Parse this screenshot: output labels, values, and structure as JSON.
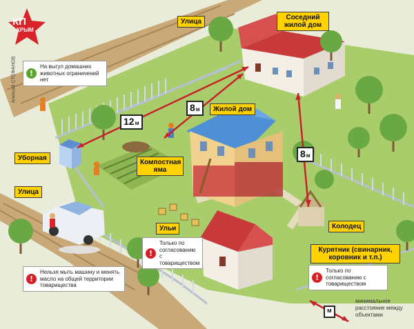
{
  "brand": {
    "logo_text": "КП",
    "logo_sub": "КРЫМ",
    "logo_color": "#d8232a"
  },
  "credit": "Алексей СТЕФАНОВ",
  "labels": {
    "street_top": "Улица",
    "street_left": "Улица",
    "neighbor_house": "Соседний жилой дом",
    "house": "Жилой дом",
    "toilet": "Уборная",
    "compost": "Компостная яма",
    "hives": "Ульи",
    "well": "Колодец",
    "coop": "Курятник (свинарник, коровник и т.п.)"
  },
  "distances": {
    "d12": {
      "value": "12",
      "unit": "м"
    },
    "d8a": {
      "value": "8",
      "unit": "м"
    },
    "d8b": {
      "value": "8",
      "unit": "м"
    }
  },
  "notes": {
    "pets": {
      "text": "На выгул домашних животных ограничений нет",
      "icon": "!",
      "kind": "green"
    },
    "hives": {
      "text": "Только по согласованию с товариществом",
      "icon": "!",
      "kind": "red"
    },
    "car": {
      "text": "Нельзя мыть машину и менять масло на общей территории товарищества",
      "icon": "!",
      "kind": "red"
    },
    "coop": {
      "text": "Только по согласованию с товариществом",
      "icon": "!",
      "kind": "red"
    }
  },
  "legend": {
    "unit": "м",
    "text": "минимальное расстояние между объектами"
  },
  "colors": {
    "label_yellow": "#ffd200",
    "arrow_red": "#c8202a",
    "grass": "#a9cd6a",
    "road": "#c9a978"
  }
}
